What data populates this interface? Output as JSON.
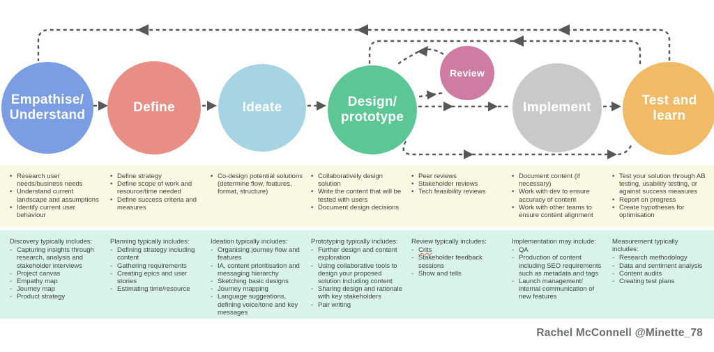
{
  "attribution": "Rachel McConnell @Minette_78",
  "colors": {
    "activities_row_bg": "#faf8e2",
    "includes_row_bg": "#d9f3e8",
    "arrow": "#575757",
    "body_text": "#3e4440",
    "spellcheck_underline": "#e06c5a"
  },
  "decor": {
    "spellcheck_underlined": "Crits"
  },
  "stages": [
    {
      "id": "empathise-understand",
      "circle_label": "Empathise/\nUnderstand",
      "color": "#7b9de4",
      "activities": [
        "Research user needs/business needs",
        "Understand current landscape and assumptions",
        "Identify current user behaviour"
      ],
      "includes_title": "Discovery typically includes:",
      "includes": [
        "Capturing insights through research, analysis and stakeholder interviews",
        "Project canvas",
        "Empathy map",
        "Journey map",
        "Product strategy"
      ]
    },
    {
      "id": "define",
      "circle_label": "Define",
      "color": "#e88e85",
      "activities": [
        "Define strategy",
        "Define scope of work and resource/time needed",
        "Define success criteria and measures"
      ],
      "includes_title": "Planning typically includes:",
      "includes": [
        "Defining strategy including content",
        "Gathering requirements",
        "Creating epics and user stories",
        "Estimating time/resource"
      ]
    },
    {
      "id": "ideate",
      "circle_label": "Ideate",
      "color": "#a6d4e3",
      "activities": [
        "Co-design potential solutions (determine flow, features, format, structure)"
      ],
      "includes_title": "Ideation typically includes:",
      "includes": [
        "Organising journey flow and features",
        "IA, content prioritisation and messaging hierarchy",
        "Sketching basic designs",
        "Journey mapping",
        "Language suggestions, defining voice/tone and key messages"
      ]
    },
    {
      "id": "design-prototype",
      "circle_label": "Design/\nprototype",
      "color": "#5cc795",
      "activities": [
        "Collaboratively design solution",
        "Write the content that will be tested with users",
        "Document design decisions"
      ],
      "includes_title": "Prototyping typically includes:",
      "includes": [
        "Further design and content exploration",
        "Using collaborative tools to design your proposed solution including content",
        "Sharing design and rationale with key stakeholders",
        "Pair writing"
      ]
    },
    {
      "id": "review",
      "circle_label": "Review",
      "color": "#ce7ca3",
      "activities": [
        "Peer reviews",
        "Stakeholder reviews",
        "Tech feasibility reviews"
      ],
      "includes_title": "Review typically includes:",
      "includes": [
        "Crits",
        "Stakeholder feedback sessions",
        "Show and tells"
      ]
    },
    {
      "id": "implement",
      "circle_label": "Implement",
      "color": "#c9c9c9",
      "activities": [
        "Document content (if necessary)",
        "Work with dev to ensure accuracy of content",
        "Work with other teams to ensure content alignment"
      ],
      "includes_title": "Implementation may include:",
      "includes": [
        "QA",
        "Production of content including SEO requirements such as metadata and tags",
        "Launch management/ internal communication of new features"
      ]
    },
    {
      "id": "test-and-learn",
      "circle_label": "Test and\nlearn",
      "color": "#f1ba67",
      "activities": [
        "Test your solution through AB testing, usability testing, or against success measures",
        "Report on progress",
        "Create hypotheses for optimisation"
      ],
      "includes_title": "Measurement typically includes:",
      "includes": [
        "Research methodology",
        "Data and sentiment analysis",
        "Content audits",
        "Creating test plans"
      ]
    }
  ]
}
